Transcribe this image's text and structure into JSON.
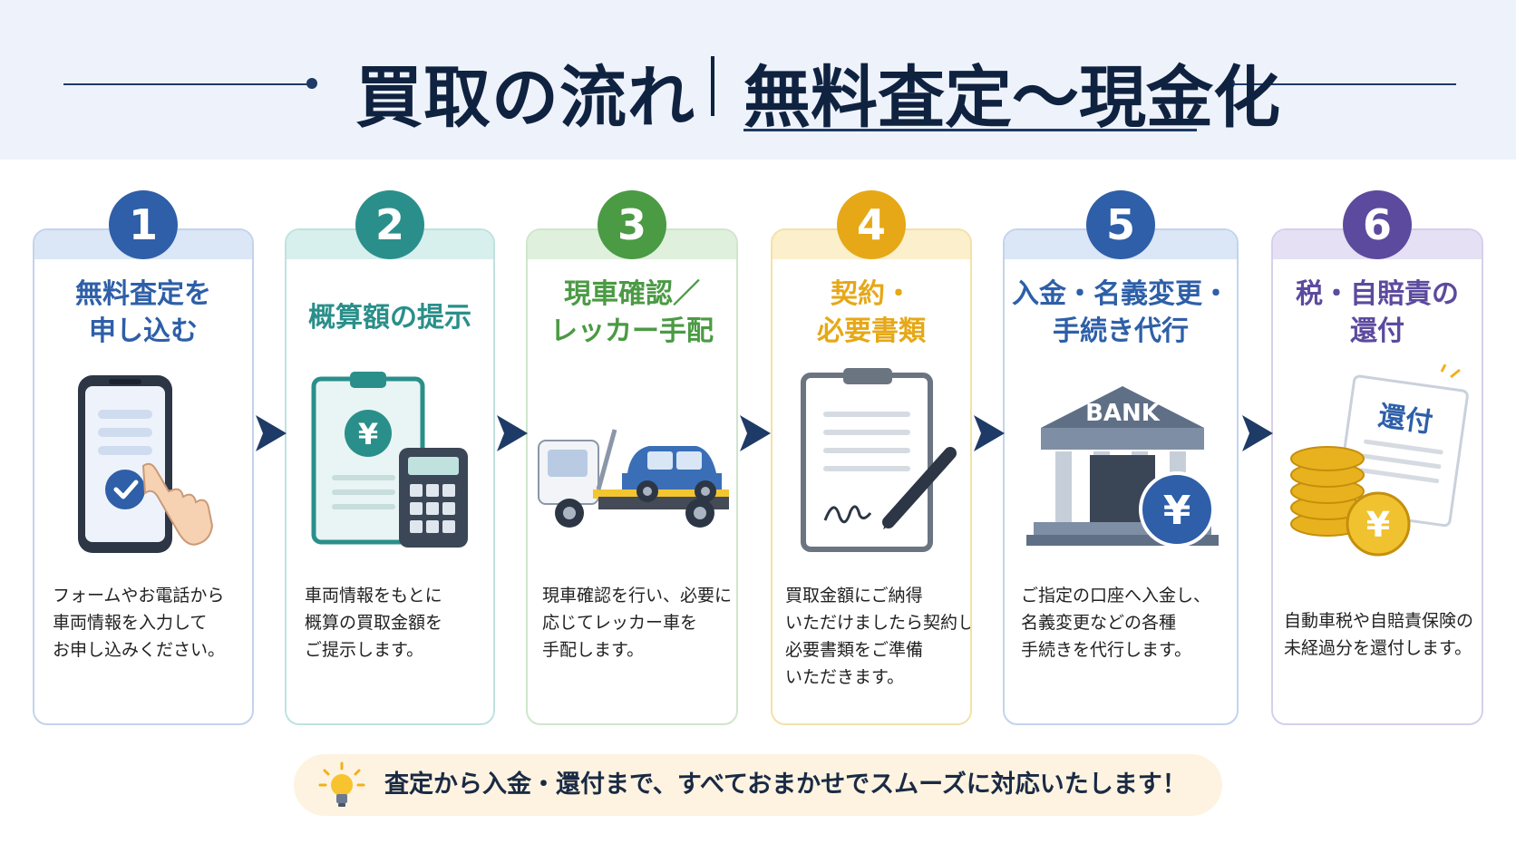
{
  "header": {
    "title_main": "買取の流れ",
    "title_sub": "無料査定〜現金化"
  },
  "steps": [
    {
      "number": "1",
      "title": [
        "無料査定を",
        "申し込む"
      ],
      "desc": [
        "フォームやお電話から",
        "車両情報を入力して",
        "お申し込みください。"
      ],
      "color": "#2e5fa8",
      "icon": "smartphone-tap-icon"
    },
    {
      "number": "2",
      "title": [
        "概算額の提示"
      ],
      "desc": [
        "車両情報をもとに",
        "概算の買取金額を",
        "ご提示します。"
      ],
      "color": "#2a8f8a",
      "icon": "clipboard-calculator-icon"
    },
    {
      "number": "3",
      "title": [
        "現車確認／",
        "レッカー手配"
      ],
      "desc": [
        "現車確認を行い、必要に",
        "応じてレッカー車を",
        "手配します。"
      ],
      "color": "#4b9a44",
      "icon": "tow-truck-icon"
    },
    {
      "number": "4",
      "title": [
        "契約・",
        "必要書類"
      ],
      "desc": [
        "買取金額にご納得",
        "いただけましたら契約し、",
        "必要書類をご準備",
        "いただきます。"
      ],
      "color": "#e6a817",
      "icon": "document-pen-icon"
    },
    {
      "number": "5",
      "title": [
        "入金・名義変更・",
        "手続き代行"
      ],
      "desc": [
        "ご指定の口座へ入金し、",
        "名義変更などの各種",
        "手続きを代行します。"
      ],
      "color": "#2e5fa8",
      "icon": "bank-icon",
      "bank_label": "BANK"
    },
    {
      "number": "6",
      "title": [
        "税・自賠責の",
        "還付"
      ],
      "desc": [
        "自動車税や自賠責保険の",
        "未経過分を還付します。"
      ],
      "color": "#5c4a9e",
      "icon": "refund-coins-icon",
      "refund_label": "還付"
    }
  ],
  "footer": {
    "text": "査定から入金・還付まで、すべておまかせでスムーズに対応いたします！",
    "icon": "lightbulb-icon"
  },
  "colors": {
    "navy": "#0f2240",
    "arrow": "#1e3a66",
    "header_bg": "#eef3fb",
    "footer_bg": "#fdf3e0"
  },
  "yen": "¥"
}
